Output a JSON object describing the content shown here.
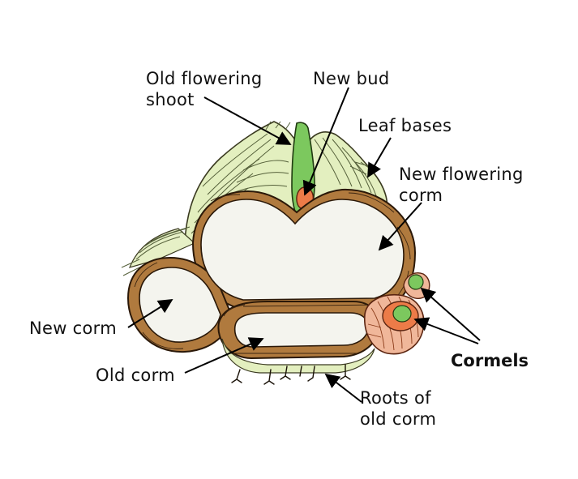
{
  "labels": {
    "old_flowering_shoot_1": "Old flowering",
    "old_flowering_shoot_2": "shoot",
    "new_bud": "New bud",
    "leaf_bases": "Leaf bases",
    "new_flowering_corm_1": "New flowering",
    "new_flowering_corm_2": "corm",
    "new_corm": "New corm",
    "old_corm": "Old corm",
    "cormels": "Cormels",
    "roots_of_old_corm_1": "Roots of",
    "roots_of_old_corm_2": "old corm"
  },
  "colors": {
    "leaf_green": "#e3efbf",
    "corm_brown": "#b07a3e",
    "corm_interior": "#f4f4ee",
    "bud_green": "#7cc85e",
    "bud_orange": "#ec7b48",
    "cormel_tunic": "#f0b79a"
  }
}
